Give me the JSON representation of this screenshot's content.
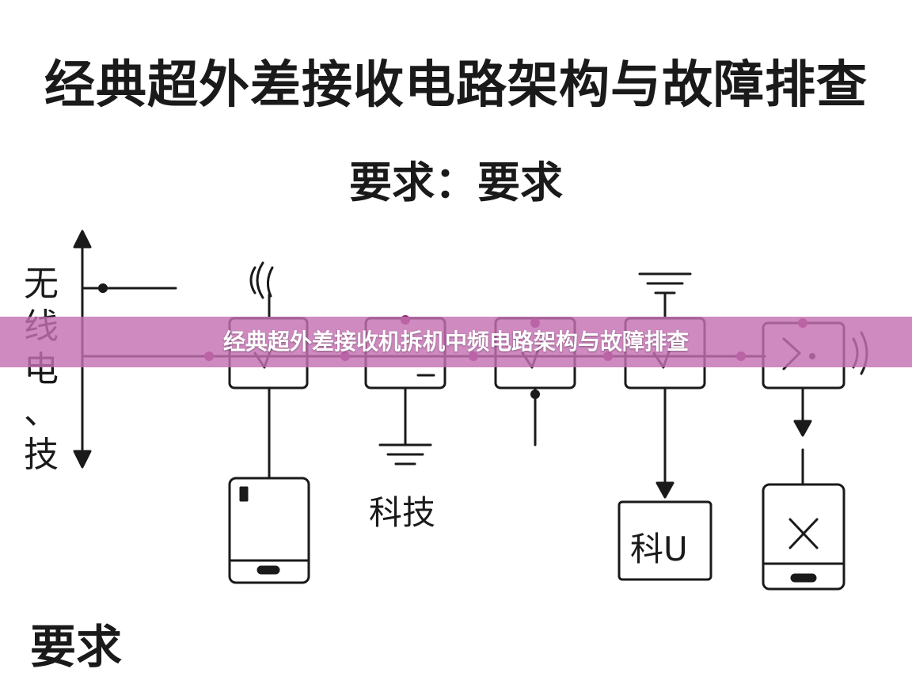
{
  "title": "经典超外差接收电路架构与故障排查",
  "subtitle": "要求：要求",
  "footer_text": "要求",
  "axis_label": [
    "无",
    "线",
    "电",
    "、",
    "技"
  ],
  "labels": {
    "ground_label": "科技",
    "box_label": "科U"
  },
  "banner": {
    "text": "经典超外差接收机拆机中频电路架构与故障排查",
    "color": "#c470b2"
  },
  "colors": {
    "line": "#1a1a1a",
    "node": "#8a2a6a"
  }
}
